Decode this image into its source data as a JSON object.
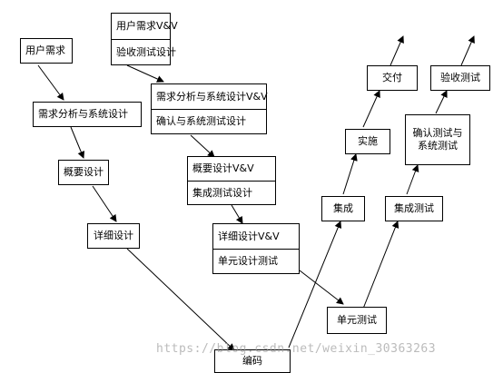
{
  "diagram": {
    "boxes": {
      "user_requirements": "用户需求",
      "requirements_analysis": "需求分析与系统设计",
      "outline_design": "概要设计",
      "detailed_design": "详细设计",
      "coding": "编码",
      "unit_test": "单元测试",
      "integration": "集成",
      "implementation": "实施",
      "delivery": "交付",
      "integration_test": "集成测试",
      "confirm_system_test": "确认测试与\n系统测试",
      "acceptance_test": "验收测试"
    },
    "vv_boxes": {
      "user_req_vv": {
        "top": "用户需求V&V",
        "bottom": "验收测试设计"
      },
      "analysis_vv": {
        "top": "需求分析与系统设计V&V",
        "bottom": "确认与系统测试设计"
      },
      "outline_vv": {
        "top": "概要设计V&V",
        "bottom": "集成测试设计"
      },
      "detailed_vv": {
        "top": "详细设计V&V",
        "bottom": "单元设计测试"
      }
    }
  },
  "watermark": "https://blog.csdn.net/weixin_30363263"
}
